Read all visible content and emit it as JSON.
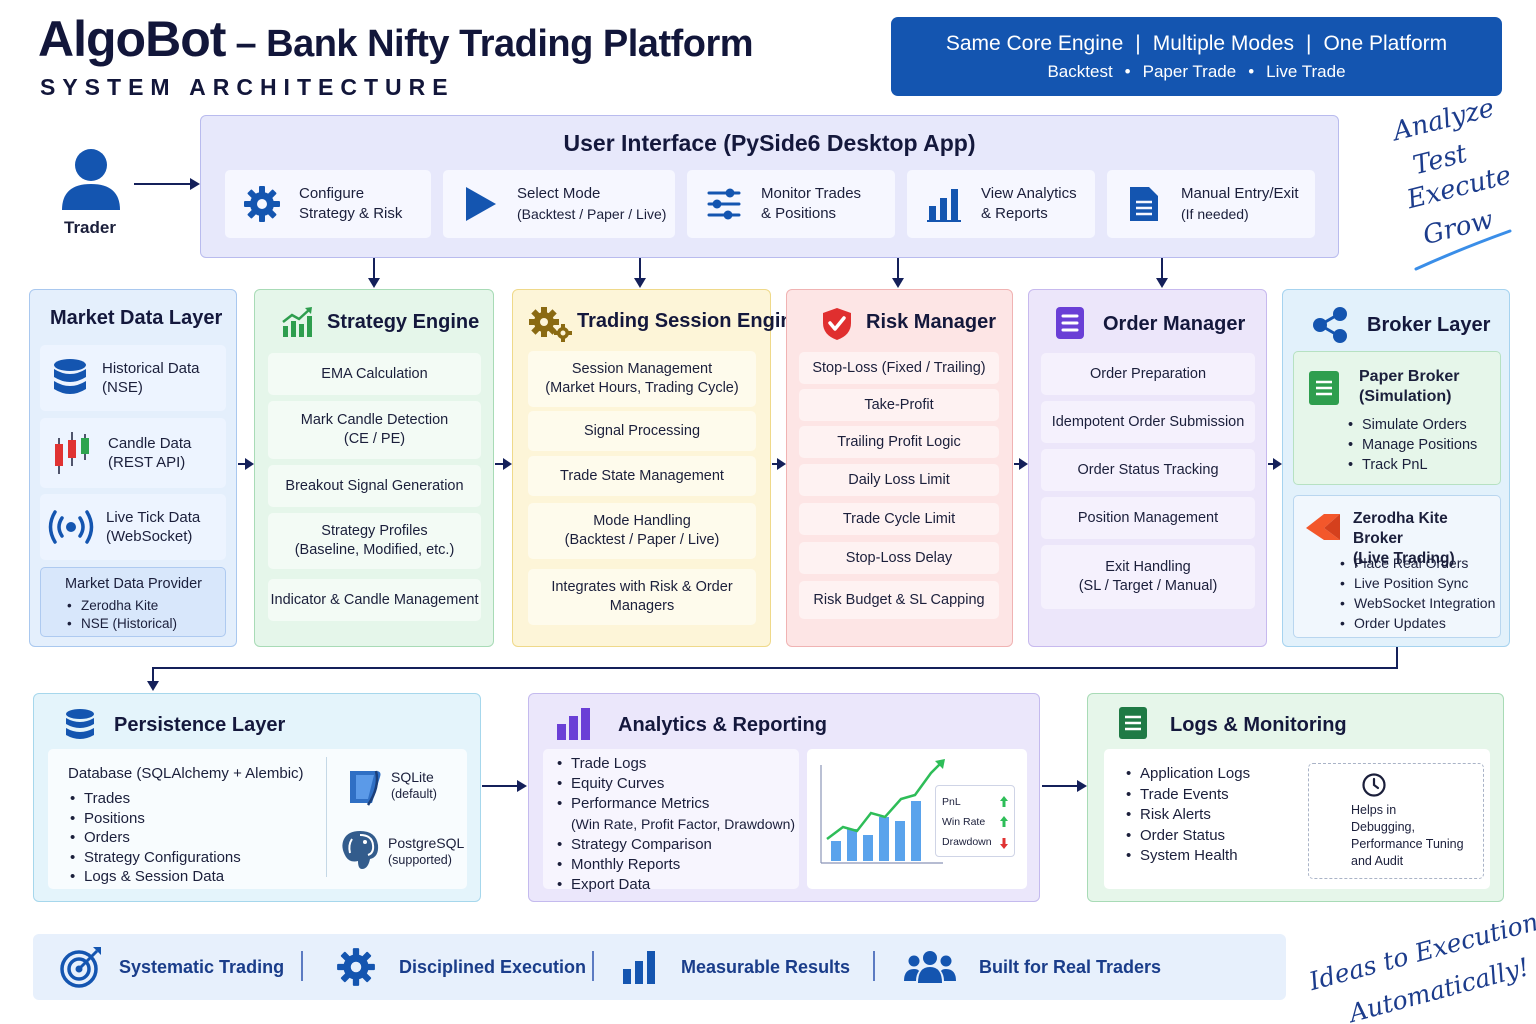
{
  "header": {
    "brand_main": "AlgoBot",
    "brand_rest": " – Bank Nifty Trading Platform",
    "subtitle": "SYSTEM ARCHITECTURE",
    "banner_line1": [
      "Same Core Engine",
      "Multiple Modes",
      "One Platform"
    ],
    "banner_line2": [
      "Backtest",
      "Paper Trade",
      "Live Trade"
    ]
  },
  "slogan_top": [
    "Analyze",
    "Test",
    "Execute",
    "Grow"
  ],
  "slogan_bottom": [
    "Ideas to Execution.",
    "Automatically!"
  ],
  "trader": {
    "label": "Trader"
  },
  "ui": {
    "title": "User Interface (PySide6 Desktop App)",
    "cards": [
      {
        "line1": "Configure",
        "line2": "Strategy & Risk",
        "icon": "gear-icon"
      },
      {
        "line1": "Select Mode",
        "line2": "(Backtest / Paper / Live)",
        "icon": "play-icon"
      },
      {
        "line1": "Monitor Trades",
        "line2": "& Positions",
        "icon": "sliders-icon"
      },
      {
        "line1": "View Analytics",
        "line2": "& Reports",
        "icon": "bar-chart-icon"
      },
      {
        "line1": "Manual Entry/Exit",
        "line2": "(If needed)",
        "icon": "document-icon"
      }
    ]
  },
  "market": {
    "title": "Market Data Layer",
    "items": [
      {
        "line1": "Historical Data",
        "line2": "(NSE)"
      },
      {
        "line1": "Candle Data",
        "line2": "(REST API)"
      },
      {
        "line1": "Live Tick Data",
        "line2": "(WebSocket)"
      }
    ],
    "provider_title": "Market Data Provider",
    "providers": [
      "Zerodha Kite",
      "NSE (Historical)"
    ]
  },
  "strategy": {
    "title": "Strategy Engine",
    "items": [
      {
        "line1": "EMA Calculation",
        "line2": ""
      },
      {
        "line1": "Mark Candle Detection",
        "line2": "(CE / PE)"
      },
      {
        "line1": "Breakout Signal Generation",
        "line2": ""
      },
      {
        "line1": "Strategy Profiles",
        "line2": "(Baseline, Modified, etc.)"
      },
      {
        "line1": "Indicator & Candle Management",
        "line2": ""
      }
    ]
  },
  "session": {
    "title": "Trading Session Engine",
    "items": [
      {
        "line1": "Session Management",
        "line2": "(Market Hours, Trading Cycle)"
      },
      {
        "line1": "Signal Processing",
        "line2": ""
      },
      {
        "line1": "Trade State Management",
        "line2": ""
      },
      {
        "line1": "Mode Handling",
        "line2": "(Backtest / Paper / Live)"
      },
      {
        "line1": "Integrates with Risk & Order",
        "line2": "Managers"
      }
    ]
  },
  "risk": {
    "title": "Risk Manager",
    "items": [
      "Stop-Loss (Fixed / Trailing)",
      "Take-Profit",
      "Trailing Profit Logic",
      "Daily Loss Limit",
      "Trade Cycle Limit",
      "Stop-Loss Delay",
      "Risk Budget & SL Capping"
    ]
  },
  "order": {
    "title": "Order Manager",
    "items": [
      {
        "line1": "Order Preparation",
        "line2": ""
      },
      {
        "line1": "Idempotent Order Submission",
        "line2": ""
      },
      {
        "line1": "Order Status Tracking",
        "line2": ""
      },
      {
        "line1": "Position Management",
        "line2": ""
      },
      {
        "line1": "Exit Handling",
        "line2": "(SL / Target / Manual)"
      }
    ]
  },
  "broker": {
    "title": "Broker Layer",
    "paper_title1": "Paper Broker",
    "paper_title2": "(Simulation)",
    "paper_items": [
      "Simulate Orders",
      "Manage Positions",
      "Track PnL"
    ],
    "kite_title1": "Zerodha Kite Broker",
    "kite_title2": "(Live Trading)",
    "kite_items": [
      "Place Real Orders",
      "Live Position Sync",
      "WebSocket Integration",
      "Order Updates"
    ]
  },
  "persistence": {
    "title": "Persistence Layer",
    "db_title": "Database (SQLAlchemy + Alembic)",
    "db_items": [
      "Trades",
      "Positions",
      "Orders",
      "Strategy Configurations",
      "Logs & Session Data"
    ],
    "sqlite": "SQLite",
    "sqlite_note": "(default)",
    "postgres": "PostgreSQL",
    "postgres_note": "(supported)"
  },
  "analytics": {
    "title": "Analytics & Reporting",
    "items": [
      "Trade Logs",
      "Equity Curves",
      "Performance Metrics"
    ],
    "metrics_note": "(Win Rate, Profit Factor, Drawdown)",
    "items2": [
      "Strategy Comparison",
      "Monthly Reports",
      "Export Data"
    ],
    "legend": [
      "PnL",
      "Win Rate",
      "Drawdown"
    ]
  },
  "logs": {
    "title": "Logs & Monitoring",
    "items": [
      "Application Logs",
      "Trade Events",
      "Risk Alerts",
      "Order Status",
      "System Health"
    ],
    "help": [
      "Helps in",
      "Debugging,",
      "Performance Tuning",
      "and Audit"
    ]
  },
  "bottom_bar": [
    "Systematic Trading",
    "Disciplined Execution",
    "Measurable Results",
    "Built for Real Traders"
  ],
  "colors": {
    "navy": "#1455b0",
    "market_bg": "#e4effc",
    "strategy_bg": "#e5f6ea",
    "session_bg": "#fdf5d8",
    "risk_bg": "#fde5e5",
    "order_bg": "#ece6fa",
    "broker_bg": "#e2f1fb"
  }
}
